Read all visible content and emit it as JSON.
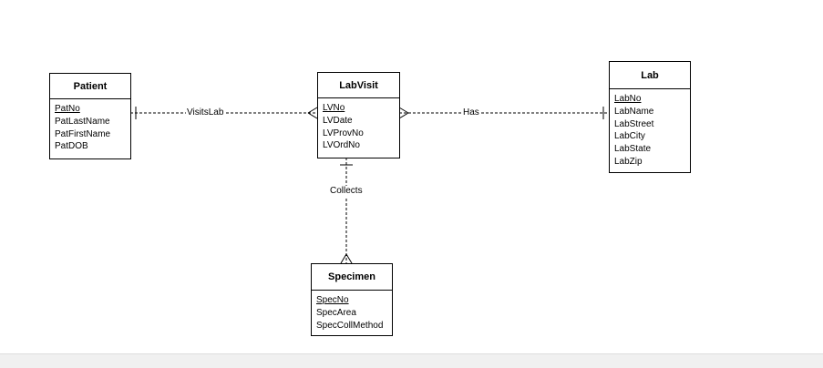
{
  "diagram": {
    "entities": {
      "patient": {
        "title": "Patient",
        "attributes": [
          {
            "name": "PatNo",
            "primary_key": true
          },
          {
            "name": "PatLastName",
            "primary_key": false
          },
          {
            "name": "PatFirstName",
            "primary_key": false
          },
          {
            "name": "PatDOB",
            "primary_key": false
          }
        ]
      },
      "labvisit": {
        "title": "LabVisit",
        "attributes": [
          {
            "name": "LVNo",
            "primary_key": true
          },
          {
            "name": "LVDate",
            "primary_key": false
          },
          {
            "name": "LVProvNo",
            "primary_key": false
          },
          {
            "name": "LVOrdNo",
            "primary_key": false
          }
        ]
      },
      "lab": {
        "title": "Lab",
        "attributes": [
          {
            "name": "LabNo",
            "primary_key": true
          },
          {
            "name": "LabName",
            "primary_key": false
          },
          {
            "name": "LabStreet",
            "primary_key": false
          },
          {
            "name": "LabCity",
            "primary_key": false
          },
          {
            "name": "LabState",
            "primary_key": false
          },
          {
            "name": "LabZip",
            "primary_key": false
          }
        ]
      },
      "specimen": {
        "title": "Specimen",
        "attributes": [
          {
            "name": "SpecNo",
            "primary_key": true
          },
          {
            "name": "SpecArea",
            "primary_key": false
          },
          {
            "name": "SpecCollMethod",
            "primary_key": false
          }
        ]
      }
    },
    "relationships": {
      "visitslab": {
        "label": "VisitsLab",
        "from": "Patient",
        "to": "LabVisit",
        "from_end": "one",
        "to_end": "many"
      },
      "has": {
        "label": "Has",
        "from": "LabVisit",
        "to": "Lab",
        "from_end": "many",
        "to_end": "one"
      },
      "collects": {
        "label": "Collects",
        "from": "LabVisit",
        "to": "Specimen",
        "from_end": "one",
        "to_end": "many"
      }
    },
    "colors": {
      "line": "#000000",
      "background": "#ffffff",
      "footer_strip": "#f0f0f0"
    }
  }
}
